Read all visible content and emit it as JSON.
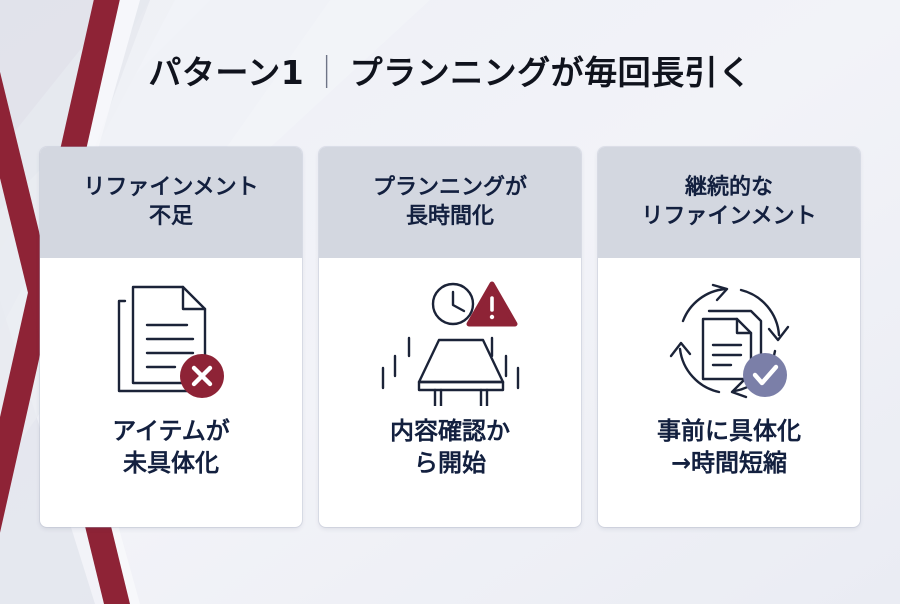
{
  "slide": {
    "title_main": "パターン1",
    "title_separator": "｜",
    "title_sub": "プランニングが毎回長引く"
  },
  "colors": {
    "background": "#eef0f6",
    "accent_red": "#8e2336",
    "card_header": "#d3d7e0",
    "text_dark": "#13203f",
    "title_text": "#10131d",
    "icon_stroke": "#1b2338",
    "badge_check": "#7b7fa8",
    "card_surface": "#ffffff"
  },
  "cards": [
    {
      "header": "リファインメント\n不足",
      "icon": "documents-with-x-icon",
      "caption": "アイテムが\n未具体化"
    },
    {
      "header": "プランニングが\n長時間化",
      "icon": "clock-warning-meeting-table-icon",
      "caption": "内容確認か\nら開始"
    },
    {
      "header": "継続的な\nリファインメント",
      "icon": "refresh-documents-check-icon",
      "caption": "事前に具体化\n→時間短縮"
    }
  ]
}
